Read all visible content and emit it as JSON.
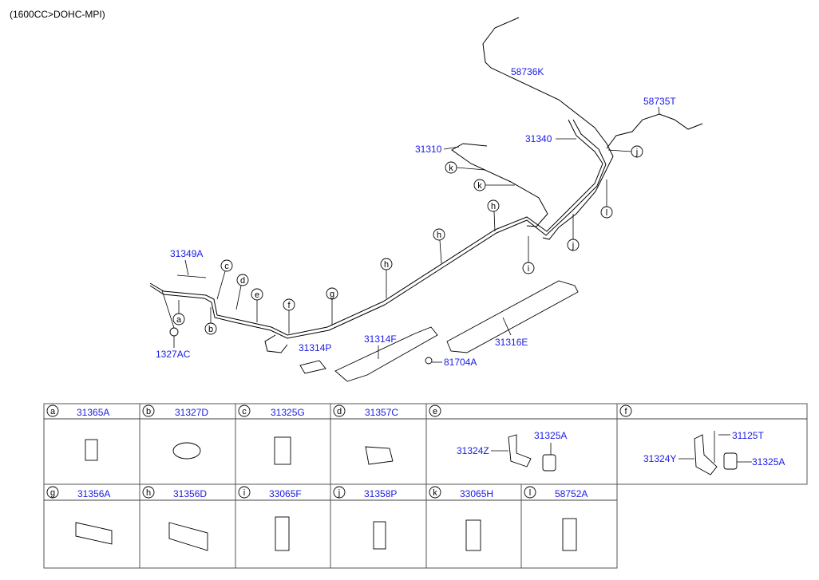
{
  "title": "(1600CC>DOHC-MPI)",
  "diagram_labels": {
    "p58736K": "58736K",
    "p58735T": "58735T",
    "p31340": "31340",
    "p31310": "31310",
    "p31349A": "31349A",
    "p1327AC": "1327AC",
    "p31314P": "31314P",
    "p31314F": "31314F",
    "p81704A": "81704A",
    "p31316E": "31316E"
  },
  "callouts": [
    "a",
    "b",
    "c",
    "d",
    "e",
    "f",
    "g",
    "h",
    "h",
    "h",
    "i",
    "j",
    "j",
    "k",
    "k",
    "l"
  ],
  "table": {
    "cells": [
      {
        "letter": "a",
        "part": "31365A"
      },
      {
        "letter": "b",
        "part": "31327D"
      },
      {
        "letter": "c",
        "part": "31325G"
      },
      {
        "letter": "d",
        "part": "31357C"
      },
      {
        "letter": "e",
        "parts": [
          "31324Z",
          "31325A"
        ]
      },
      {
        "letter": "f",
        "parts": [
          "31125T",
          "31324Y",
          "31325A"
        ]
      },
      {
        "letter": "g",
        "part": "31356A"
      },
      {
        "letter": "h",
        "part": "31356D"
      },
      {
        "letter": "i",
        "part": "33065F"
      },
      {
        "letter": "j",
        "part": "31358P"
      },
      {
        "letter": "k",
        "part": "33065H"
      },
      {
        "letter": "l",
        "part": "58752A"
      }
    ]
  }
}
